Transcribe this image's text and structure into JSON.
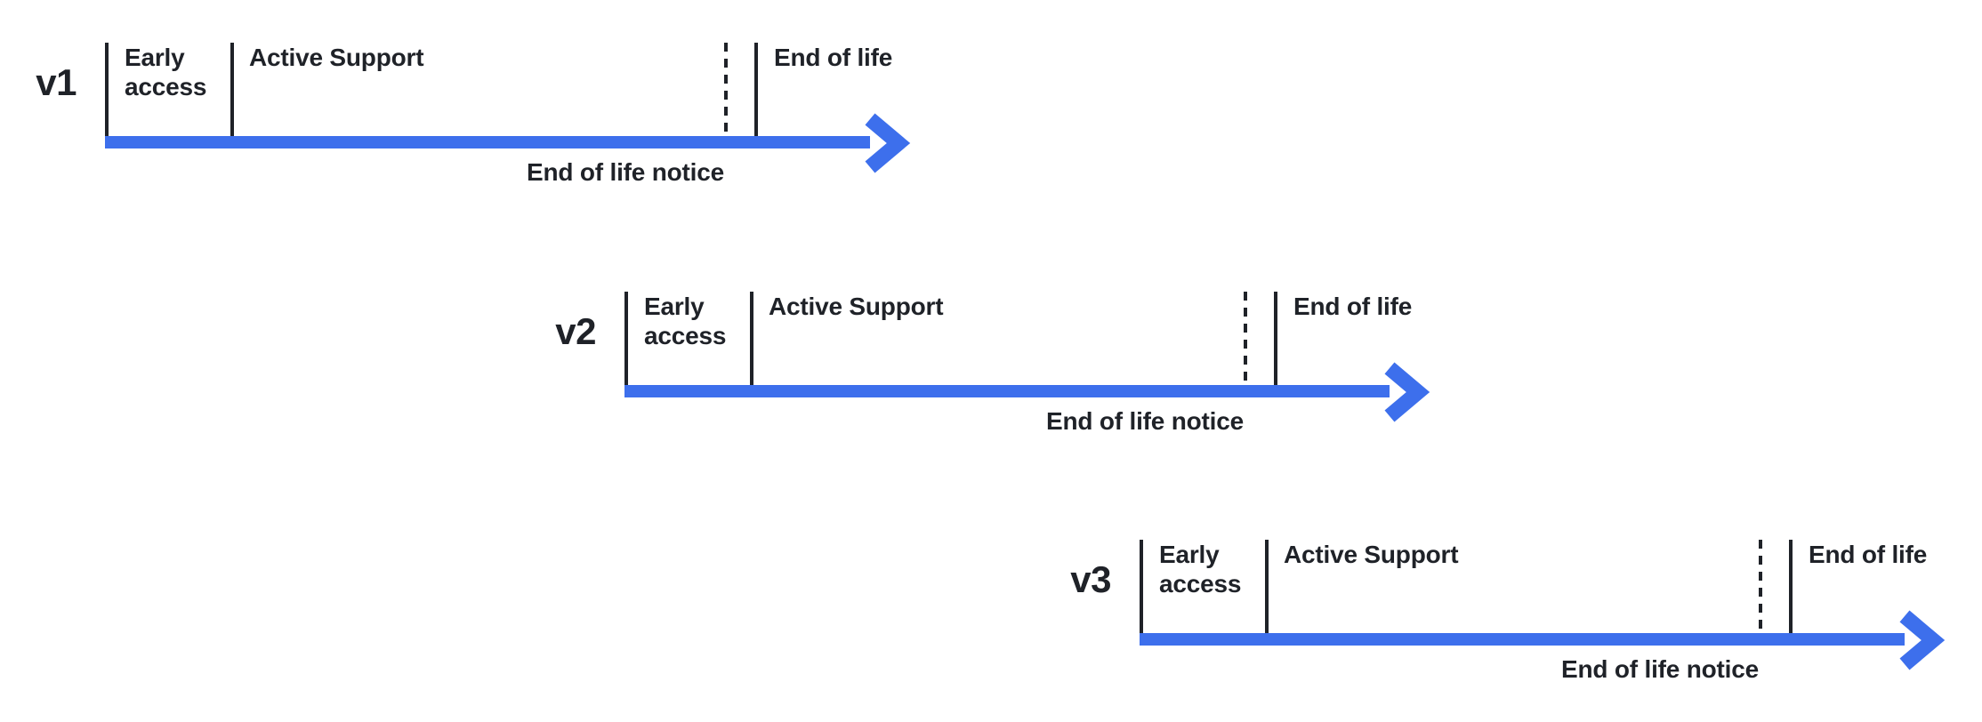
{
  "colors": {
    "arrow_blue": "#3D6FEC",
    "text_dark": "#1F2228"
  },
  "labels": {
    "early_access": "Early\naccess",
    "active_support": "Active Support",
    "end_of_life": "End of life",
    "end_of_life_notice": "End of life notice"
  },
  "rows": [
    {
      "version": "v1"
    },
    {
      "version": "v2"
    },
    {
      "version": "v3"
    }
  ]
}
